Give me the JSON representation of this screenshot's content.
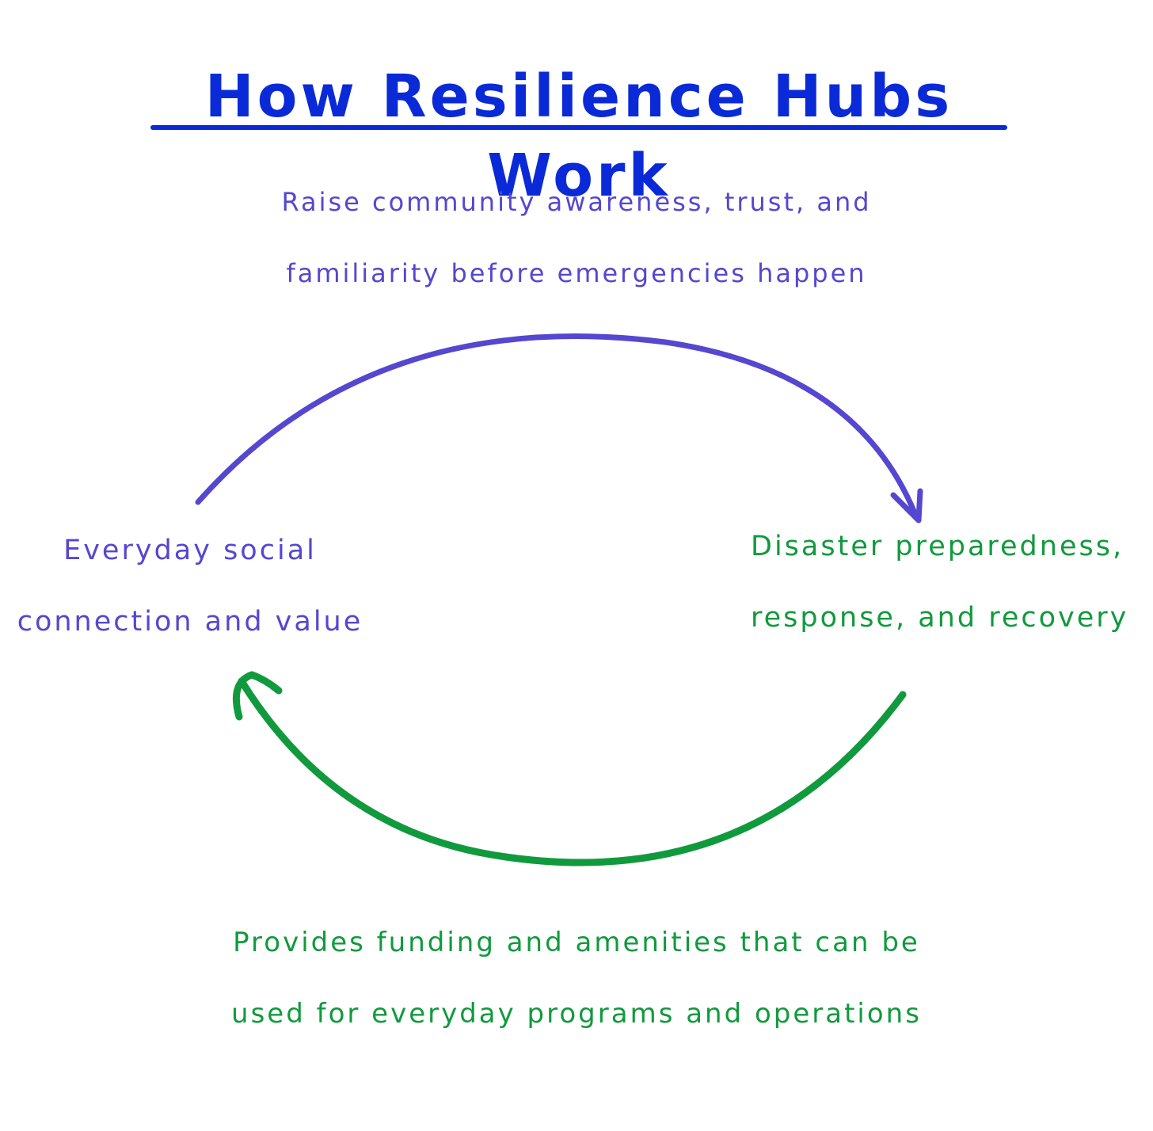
{
  "title": "How Resilience Hubs Work",
  "colors": {
    "title": "#0a2ad8",
    "purple": "#5547cf",
    "green": "#119a3d"
  },
  "top_note": {
    "line1": "Raise community awareness, trust, and",
    "line2": "familiarity before emergencies happen"
  },
  "left_node": {
    "line1": "Everyday social",
    "line2": "connection and value"
  },
  "right_node": {
    "line1": "Disaster preparedness,",
    "line2": "response, and recovery"
  },
  "bottom_note": {
    "line1": "Provides funding and amenities that can be",
    "line2": "used for everyday programs and operations"
  }
}
